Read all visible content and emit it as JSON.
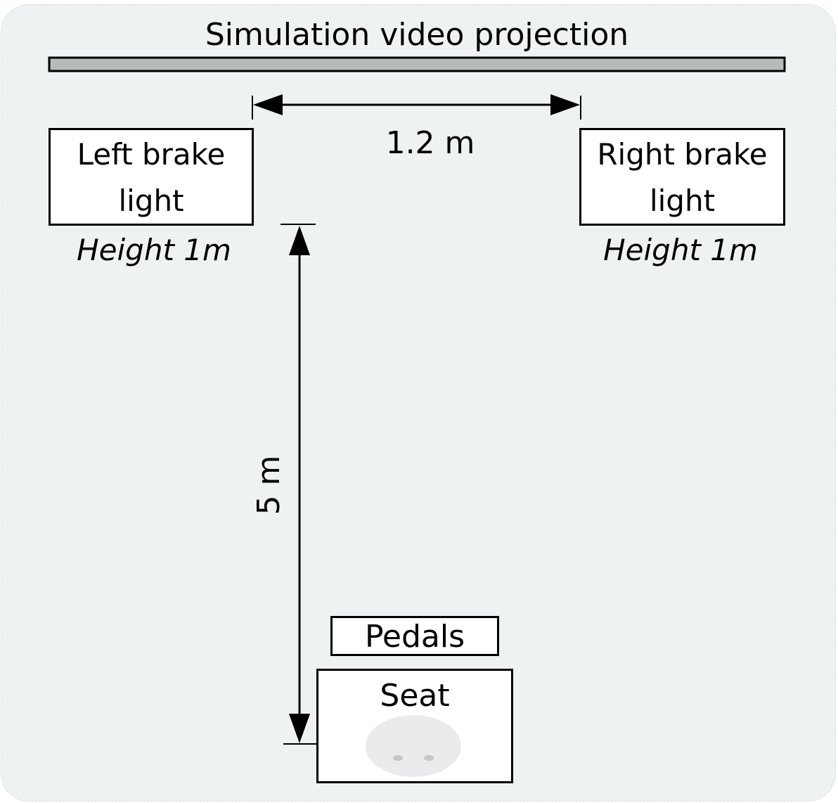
{
  "projection": {
    "title": "Simulation video projection"
  },
  "left_light": {
    "line1": "Left brake",
    "line2": "light",
    "height_note": "Height 1m"
  },
  "right_light": {
    "line1": "Right brake",
    "line2": "light",
    "height_note": "Height 1m"
  },
  "distances": {
    "between_lights": "1.2 m",
    "to_seat": "5 m"
  },
  "pedals": {
    "label": "Pedals"
  },
  "seat": {
    "label": "Seat"
  },
  "colors": {
    "background": "#eff2f3",
    "screen": "#b6bcba",
    "line": "#000000"
  }
}
